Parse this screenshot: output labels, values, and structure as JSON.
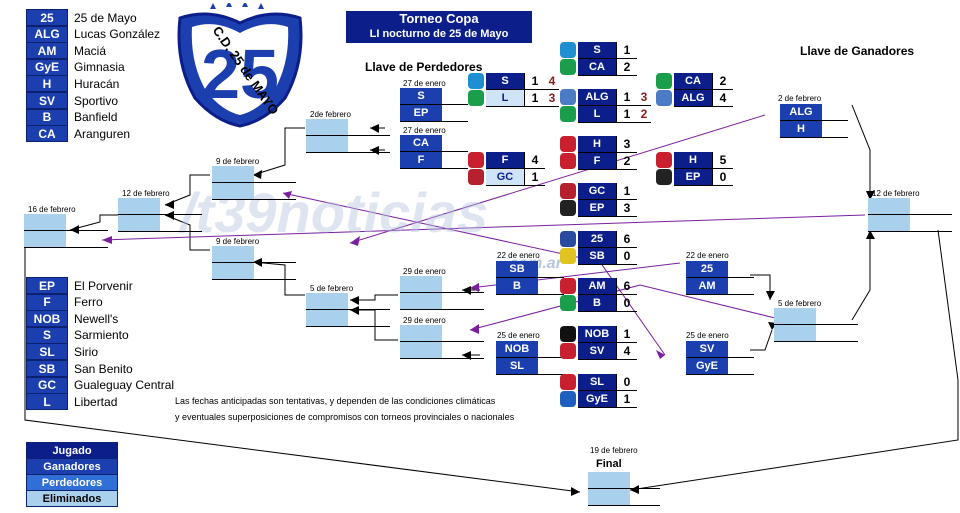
{
  "legend_top": [
    {
      "code": "25",
      "name": "25 de Mayo"
    },
    {
      "code": "ALG",
      "name": "Lucas González"
    },
    {
      "code": "AM",
      "name": "Maciá"
    },
    {
      "code": "GyE",
      "name": "Gimnasia"
    },
    {
      "code": "H",
      "name": "Huracán"
    },
    {
      "code": "SV",
      "name": "Sportivo"
    },
    {
      "code": "B",
      "name": "Banfield"
    },
    {
      "code": "CA",
      "name": "Aranguren"
    }
  ],
  "legend_bottom": [
    {
      "code": "EP",
      "name": "El Porvenir"
    },
    {
      "code": "F",
      "name": "Ferro"
    },
    {
      "code": "NOB",
      "name": "Newell's"
    },
    {
      "code": "S",
      "name": "Sarmiento"
    },
    {
      "code": "SL",
      "name": "Sirio"
    },
    {
      "code": "SB",
      "name": "San Benito"
    },
    {
      "code": "GC",
      "name": "Gualeguay Central"
    },
    {
      "code": "L",
      "name": "Libertad"
    }
  ],
  "logo_text": "C.D. 25 de MAYO",
  "title": {
    "line1": "Torneo Copa",
    "line2": "LI nocturno de 25 de Mayo"
  },
  "llave_perdedores": "Llave de Perdedores",
  "llave_ganadores": "Llave de Ganadores",
  "watermark": "/t39noticias",
  "watermark_sub": ".com.ar",
  "dates": {
    "d27a": "27 de enero",
    "d27b": "27 de enero",
    "d2f_left": "2de febrero",
    "d9a": "9 de febrero",
    "d9b": "9 de febrero",
    "d12_left": "12 de febrero",
    "d16": "16 de febrero",
    "d5_left": "5 de febrero",
    "d29a": "29 de enero",
    "d29b": "29 de enero",
    "d22_left": "22 de enero",
    "d25_left": "25 de enero",
    "d22_right": "22 de enero",
    "d25_right": "25 de enero",
    "d5_right": "5 de febrero",
    "d2_right": "2 de febrero",
    "d12_right": "12 de febrero",
    "d19": "19 de febrero"
  },
  "slots": {
    "s27a": [
      "S",
      "EP"
    ],
    "s27b": [
      "CA",
      "F"
    ],
    "s22l": [
      "SB",
      "B"
    ],
    "s25l": [
      "NOB",
      "SL"
    ],
    "s22r": [
      "25",
      "AM"
    ],
    "s25r": [
      "SV",
      "GyE"
    ],
    "s2r": [
      "ALG",
      "H"
    ]
  },
  "results": {
    "r1": [
      {
        "t": "S",
        "g": "1",
        "g2": "4"
      },
      {
        "t": "L",
        "g": "1",
        "g2": "3"
      }
    ],
    "r2": [
      {
        "t": "S",
        "g": "1"
      },
      {
        "t": "CA",
        "g": "2"
      }
    ],
    "r3": [
      {
        "t": "ALG",
        "g": "1",
        "g2": "3"
      },
      {
        "t": "L",
        "g": "1",
        "g2": "2"
      }
    ],
    "r4": [
      {
        "t": "CA",
        "g": "2"
      },
      {
        "t": "ALG",
        "g": "4"
      }
    ],
    "r5": [
      {
        "t": "F",
        "g": "4"
      },
      {
        "t": "GC",
        "g": "1"
      }
    ],
    "r6": [
      {
        "t": "H",
        "g": "3"
      },
      {
        "t": "F",
        "g": "2"
      }
    ],
    "r7": [
      {
        "t": "H",
        "g": "5"
      },
      {
        "t": "EP",
        "g": "0"
      }
    ],
    "r8": [
      {
        "t": "GC",
        "g": "1"
      },
      {
        "t": "EP",
        "g": "3"
      }
    ],
    "r9": [
      {
        "t": "25",
        "g": "6"
      },
      {
        "t": "SB",
        "g": "0"
      }
    ],
    "r10": [
      {
        "t": "AM",
        "g": "6"
      },
      {
        "t": "B",
        "g": "0"
      }
    ],
    "r11": [
      {
        "t": "NOB",
        "g": "1"
      },
      {
        "t": "SV",
        "g": "4"
      }
    ],
    "r12": [
      {
        "t": "SL",
        "g": "0"
      },
      {
        "t": "GyE",
        "g": "1"
      }
    ]
  },
  "final_label": "Final",
  "key": {
    "jugado": "Jugado",
    "ganadores": "Ganadores",
    "perdedores": "Perdedores",
    "eliminados": "Eliminados"
  },
  "colors": {
    "jugado": "#0b1e8a",
    "ganadores": "#1b3fae",
    "perdedores": "#2f6fd6",
    "eliminados": "#a9d1ee"
  },
  "note": {
    "line1": "Las fechas anticipadas son tentativas, y dependen de las condiciones climáticas",
    "line2": "y eventuales superposiciones de compromisos con torneos provinciales o nacionales"
  }
}
